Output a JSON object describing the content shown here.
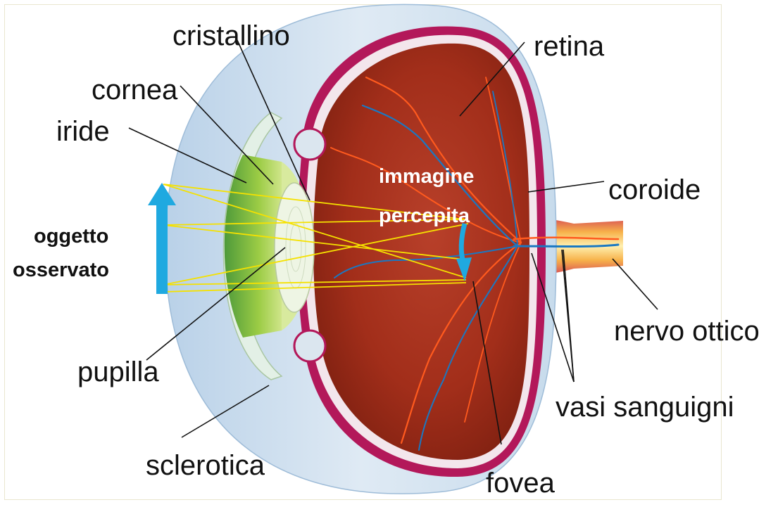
{
  "labels": {
    "cristallino": "cristallino",
    "retina": "retina",
    "cornea": "cornea",
    "iride": "iride",
    "coroide": "coroide",
    "oggetto_line1": "oggetto",
    "oggetto_line2": "osservato",
    "immagine_line1": "immagine",
    "immagine_line2": "percepita",
    "nervo_ottico": "nervo ottico",
    "pupilla": "pupilla",
    "vasi_sanguigni": "vasi sanguigni",
    "sclerotica": "sclerotica",
    "fovea": "fovea"
  },
  "colors": {
    "sclera": "#cfe0ef",
    "choroid": "#b3185a",
    "retina_interior": "#a8301c",
    "iris": "#8fc23a",
    "lens": "#e9f2dc",
    "light_rays": "#f5e100",
    "arrow": "#1fa9e0",
    "vessels_blue": "#1a78c2",
    "vessels_red": "#ff5a1e",
    "nerve": "#f3b43c"
  }
}
